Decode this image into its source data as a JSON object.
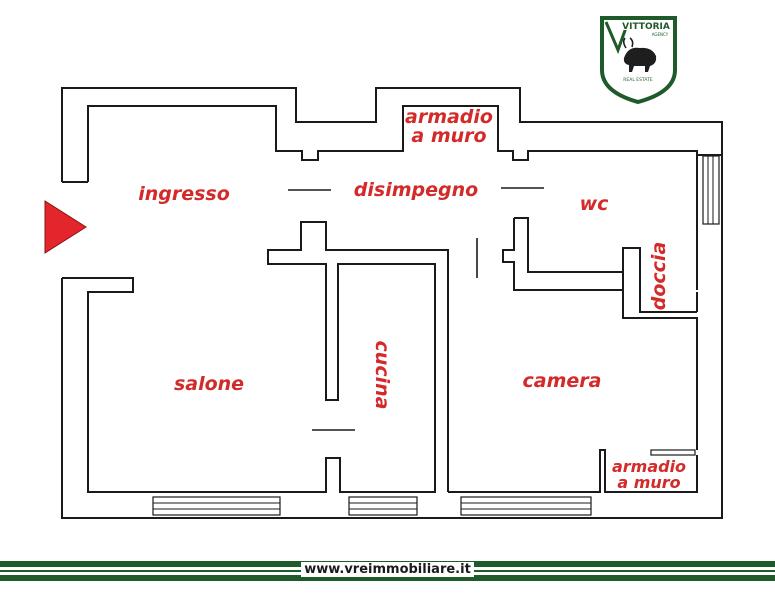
{
  "logo": {
    "brand": "VITTORIA",
    "sub_top": "AGENCY",
    "sub_bottom": "REAL ESTATE",
    "color_border": "#1e5a2a",
    "color_text": "#1e5a2a"
  },
  "rooms": {
    "ingresso": "ingresso",
    "disimpegno": "disimpegno",
    "armadio_top_line1": "armadio",
    "armadio_top_line2": "a muro",
    "wc": "wc",
    "doccia": "doccia",
    "salone": "salone",
    "cucina": "cucina",
    "camera": "camera",
    "armadio_bottom_line1": "armadio",
    "armadio_bottom_line2": "a muro"
  },
  "colors": {
    "label": "#d32a2a",
    "entrance_arrow": "#e3262b",
    "footer_green": "#1e5a2a"
  },
  "entrance_icon": "entrance-arrow-icon",
  "footer": {
    "url": "www.vreimmobiliare.it"
  }
}
